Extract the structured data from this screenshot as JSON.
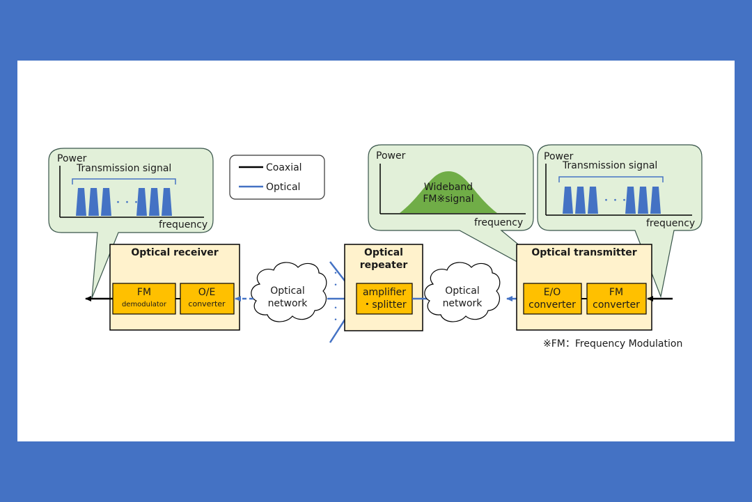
{
  "callout_left": {
    "power": "Power",
    "title": "Transmission  signal",
    "dots": "・・・",
    "frequency": "frequency"
  },
  "callout_middle": {
    "power": "Power",
    "line1": "Wideband",
    "line2": "FM※signal",
    "frequency": "frequency"
  },
  "callout_right": {
    "power": "Power",
    "title": "Transmission  signal",
    "dots": "・・・",
    "frequency": "frequency"
  },
  "legend": {
    "coaxial": "Coaxial",
    "optical": "Optical"
  },
  "receiver": {
    "title": "Optical receiver",
    "fm_line1": "FM",
    "fm_line2": "demodulator",
    "oe_line1": "O/E",
    "oe_line2": "converter"
  },
  "network_left": {
    "line1": "Optical",
    "line2": "network"
  },
  "repeater": {
    "title_line1": "Optical",
    "title_line2": "repeater",
    "box_line1": "amplifier",
    "box_line2": "・splitter"
  },
  "network_right": {
    "line1": "Optical",
    "line2": "network"
  },
  "transmitter": {
    "title": "Optical transmitter",
    "eo_line1": "E/O",
    "eo_line2": "converter",
    "fm_line1": "FM",
    "fm_line2": "converter"
  },
  "footnote": "※FM：Frequency Modulation",
  "colors": {
    "frame": "#4472C4",
    "callout_fill": "#E2F0D9",
    "box_fill": "#FFF2CC",
    "block_fill": "#FFC000",
    "optical_line": "#4472C4",
    "signal_bar": "#4472C4",
    "fm_hump": "#70AD47"
  }
}
